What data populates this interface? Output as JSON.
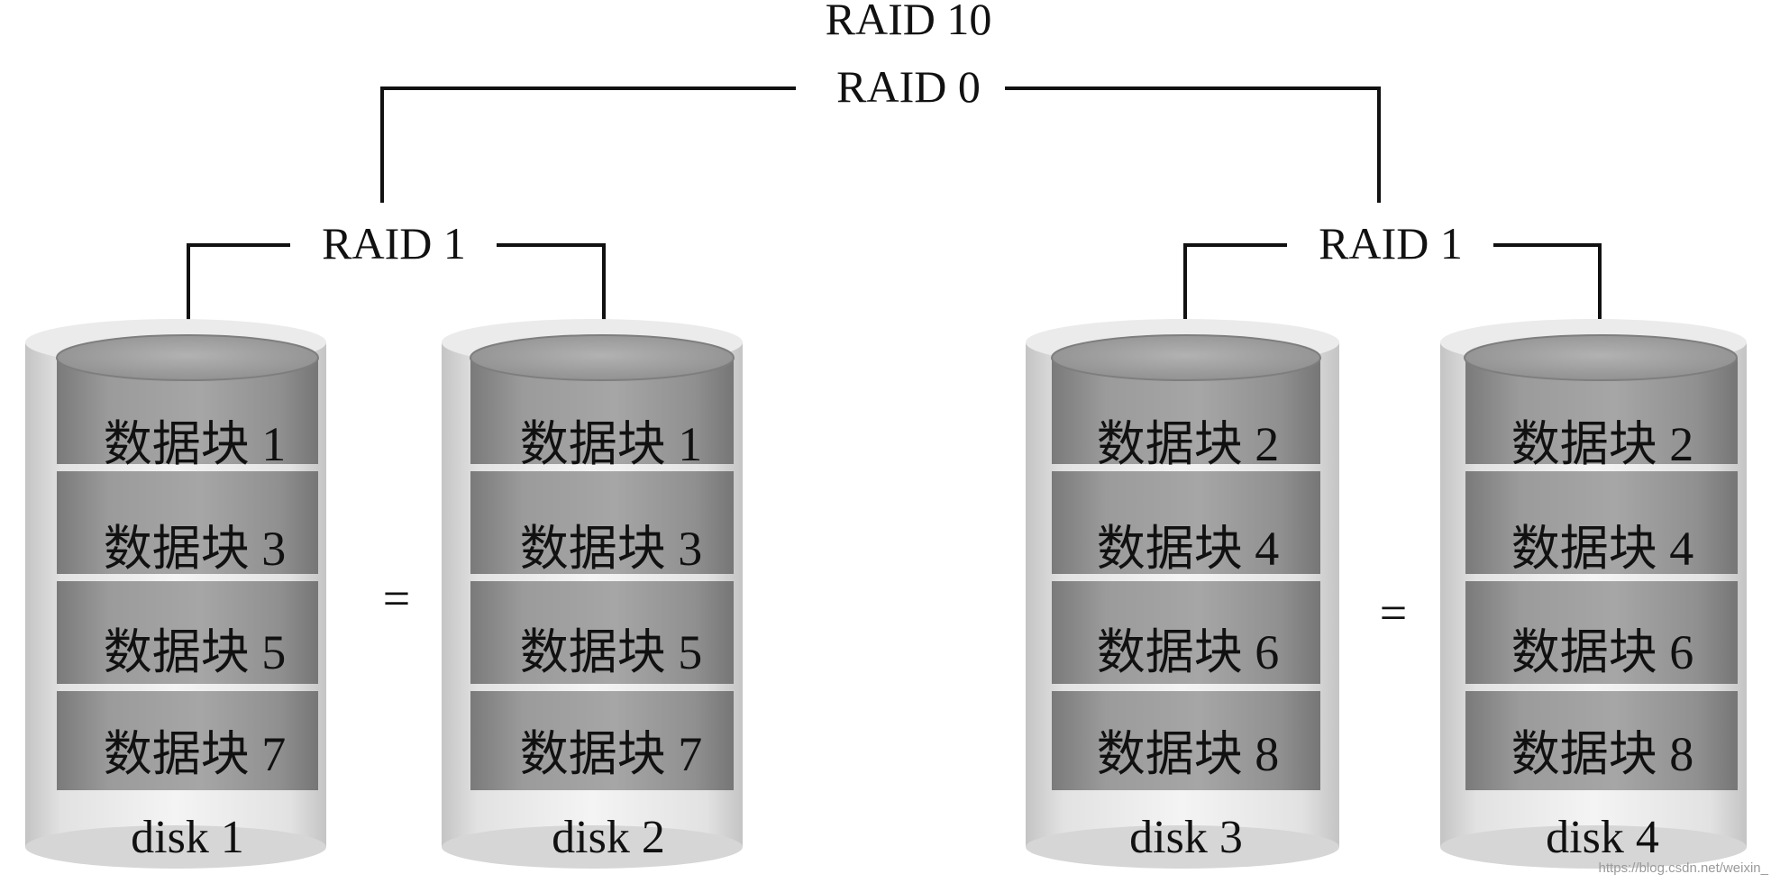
{
  "title": "RAID 10",
  "top_level": "RAID 0",
  "mirror_groups": [
    {
      "label": "RAID 1",
      "equals": "=",
      "disks": [
        {
          "name": "disk 1",
          "blocks": [
            "数据块 1",
            "数据块 3",
            "数据块 5",
            "数据块 7"
          ]
        },
        {
          "name": "disk 2",
          "blocks": [
            "数据块 1",
            "数据块 3",
            "数据块 5",
            "数据块 7"
          ]
        }
      ]
    },
    {
      "label": "RAID 1",
      "equals": "=",
      "disks": [
        {
          "name": "disk 3",
          "blocks": [
            "数据块 2",
            "数据块 4",
            "数据块 6",
            "数据块 8"
          ]
        },
        {
          "name": "disk 4",
          "blocks": [
            "数据块 2",
            "数据块 4",
            "数据块 6",
            "数据块 8"
          ]
        }
      ]
    }
  ],
  "watermark": "https://blog.csdn.net/weixin_"
}
